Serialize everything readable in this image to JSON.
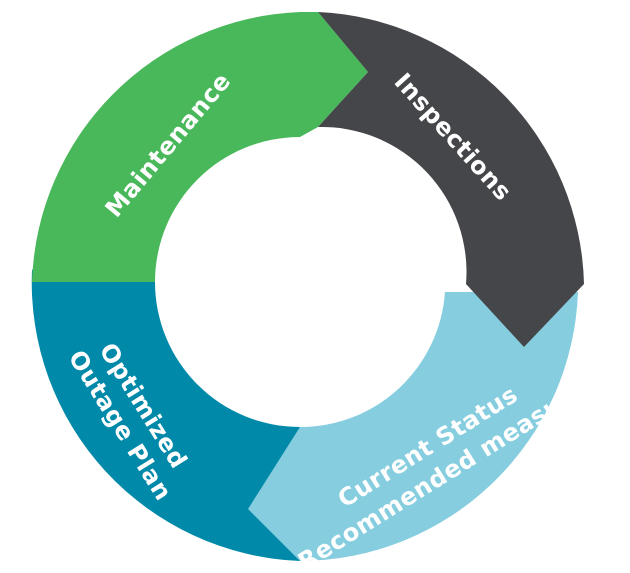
{
  "diagram": {
    "segments": [
      {
        "id": "maintenance",
        "label_lines": [
          "Maintenance"
        ],
        "color": "#49B85A"
      },
      {
        "id": "inspections",
        "label_lines": [
          "Inspections"
        ],
        "color": "#454649"
      },
      {
        "id": "current-status",
        "label_lines": [
          "Current Status",
          "Recommended measures"
        ],
        "color": "#86CEDF"
      },
      {
        "id": "outage-plan",
        "label_lines": [
          "Optimized",
          "Outage Plan"
        ],
        "color": "#0089A9"
      }
    ]
  }
}
